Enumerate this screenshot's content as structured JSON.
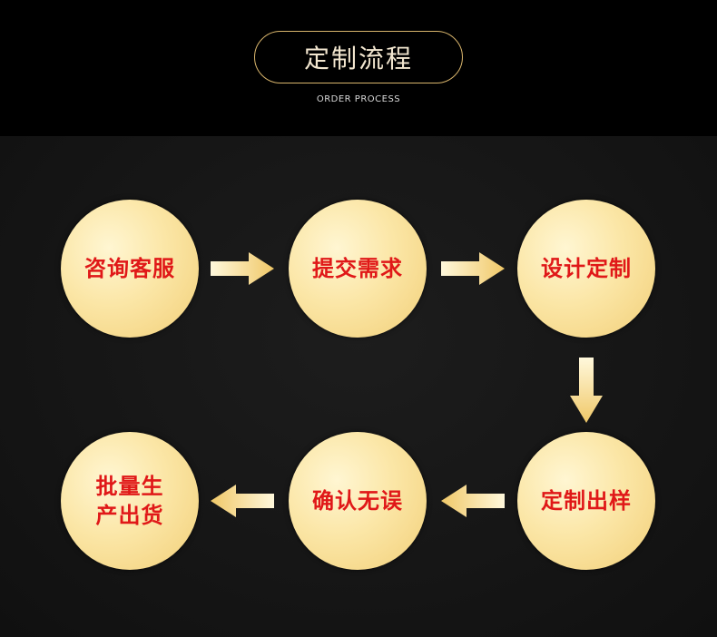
{
  "header": {
    "title": "定制流程",
    "subtitle": "ORDER PROCESS"
  },
  "steps": [
    {
      "label": "咨询客服"
    },
    {
      "label": "提交需求"
    },
    {
      "label": "设计定制"
    },
    {
      "label": "定制出样"
    },
    {
      "label": "确认无误"
    },
    {
      "label": "批量生产出货"
    }
  ],
  "colors": {
    "accent_gold": "#d9b56c",
    "circle_fill": "#fbe6a6",
    "label_red": "#e01818",
    "background": "#141414"
  }
}
